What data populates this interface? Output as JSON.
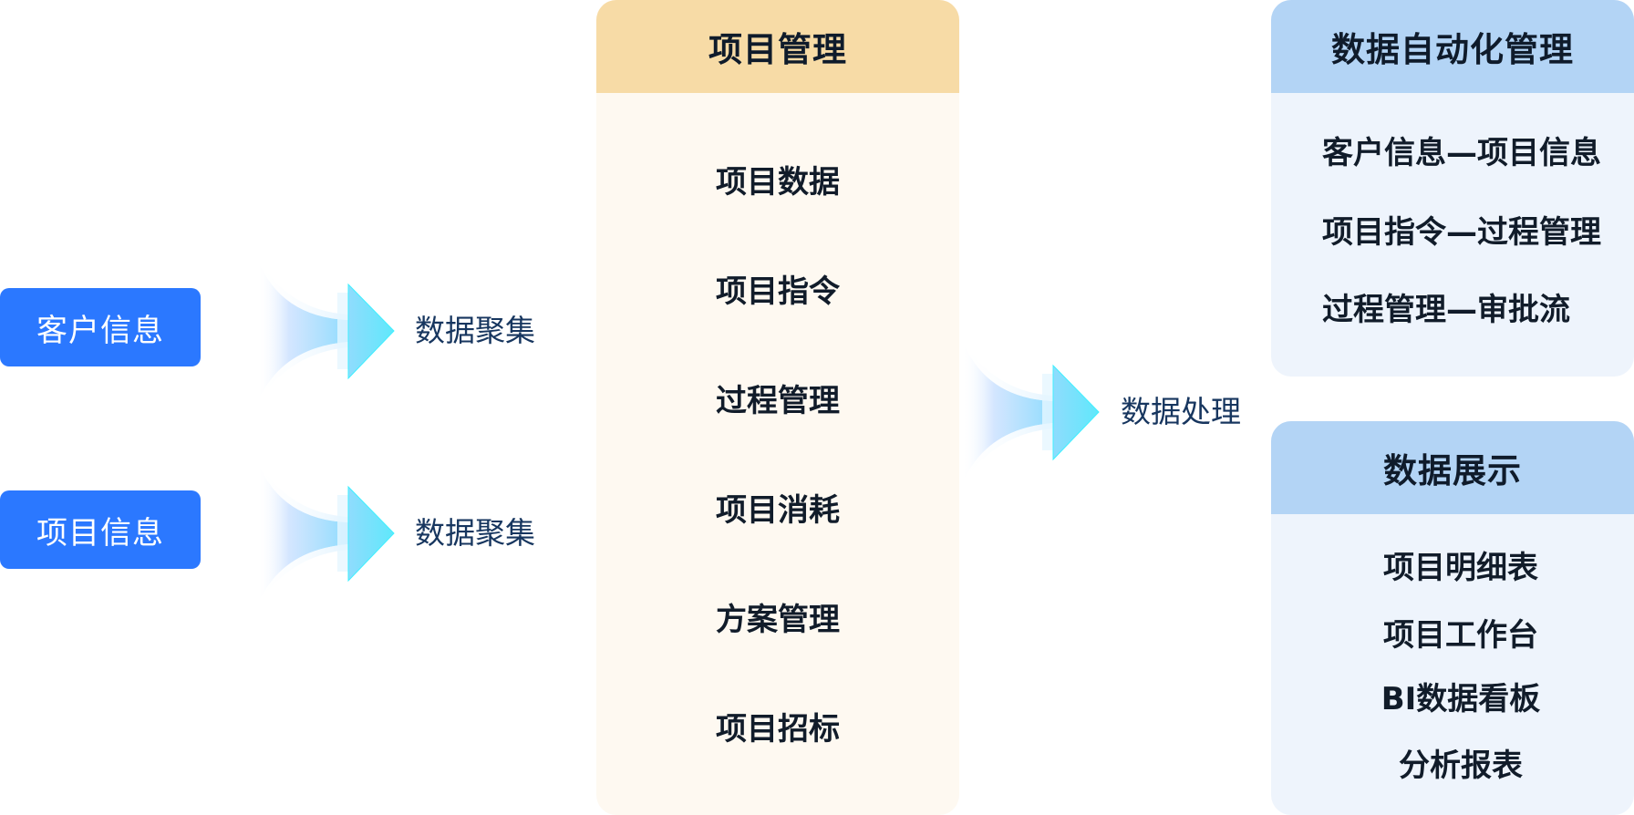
{
  "sources": [
    {
      "label": "客户信息"
    },
    {
      "label": "项目信息"
    }
  ],
  "flows": {
    "aggregate_1": "数据聚集",
    "aggregate_2": "数据聚集",
    "process": "数据处理"
  },
  "project_management": {
    "title": "项目管理",
    "items": [
      "项目数据",
      "项目指令",
      "过程管理",
      "项目消耗",
      "方案管理",
      "项目招标"
    ]
  },
  "data_automation": {
    "title": "数据自动化管理",
    "items": [
      "客户信息—项目信息",
      "项目指令—过程管理",
      "过程管理—审批流"
    ]
  },
  "data_display": {
    "title": "数据展示",
    "items": [
      "项目明细表",
      "项目工作台",
      "BI数据看板",
      "分析报表"
    ]
  },
  "colors": {
    "source_button": "#2b78ff",
    "project_header": "#f7dba6",
    "project_body": "#fef9f1",
    "blue_header": "#b3d4f5",
    "blue_body": "#eef4fc",
    "flow_text": "#17365f",
    "arrow_start": "#cfe3ff",
    "arrow_end": "#5fe8fb"
  }
}
